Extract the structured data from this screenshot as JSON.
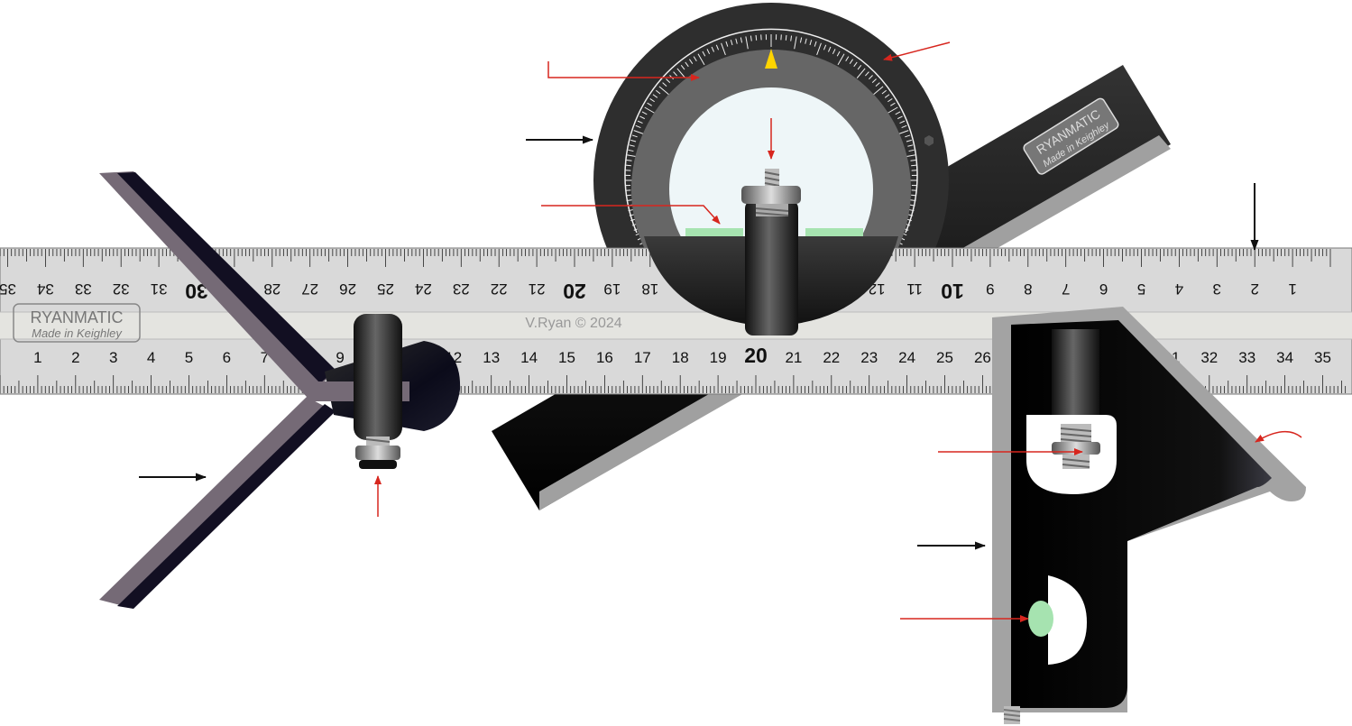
{
  "brand": {
    "name": "RYANMATIC",
    "tagline": "Made in Keighley",
    "copyright": "V.Ryan © 2024"
  },
  "rule": {
    "top_scale_max": 35,
    "bottom_scale_max": 35,
    "bold_top": [
      10,
      20,
      30
    ],
    "bold_bottom": [
      20
    ]
  },
  "colors": {
    "rule": "#d9d9d9",
    "head": "#222222",
    "bevel": "#a0a0a0",
    "label_arrow": "#d7261e",
    "pointer_arrow": "#111111",
    "level_bubble": "#a6e3b0",
    "indicator": "#ffd400"
  },
  "icons": [
    "knurled-nut-icon",
    "spirit-level-icon",
    "scriber-icon",
    "hexagon-screw-icon"
  ]
}
